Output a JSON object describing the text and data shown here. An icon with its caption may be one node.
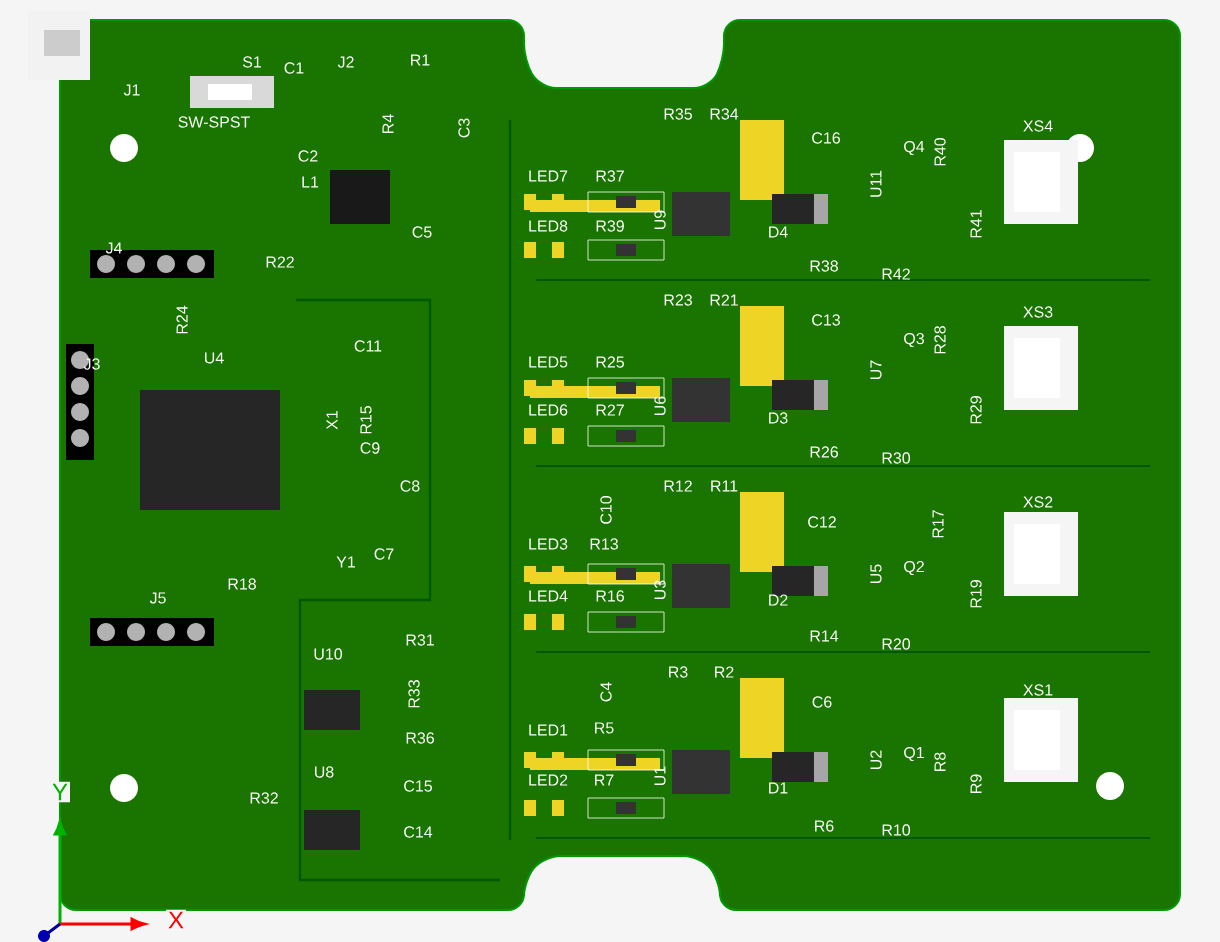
{
  "diagram": {
    "labels": [
      "J1",
      "S1",
      "SW-SPST",
      "C1",
      "J2",
      "R1",
      "R4",
      "C3",
      "C2",
      "L1",
      "C5",
      "R35",
      "R34",
      "C16",
      "XS4",
      "Q4",
      "R40",
      "LED7",
      "R37",
      "U11",
      "R41",
      "LED8",
      "R39",
      "U9",
      "D4",
      "R38",
      "R42",
      "J4",
      "R22",
      "R24",
      "U4",
      "J3",
      "C11",
      "X1",
      "R15",
      "C9",
      "R23",
      "R21",
      "C13",
      "XS3",
      "Q3",
      "R28",
      "LED5",
      "R25",
      "U7",
      "R29",
      "LED6",
      "R27",
      "U6",
      "D3",
      "R26",
      "R30",
      "C8",
      "C7",
      "Y1",
      "R18",
      "J5",
      "R12",
      "R11",
      "C10",
      "C12",
      "XS2",
      "Q2",
      "R17",
      "LED3",
      "R13",
      "U5",
      "R19",
      "LED4",
      "R16",
      "U3",
      "D2",
      "R31",
      "R14",
      "R20",
      "U10",
      "R33",
      "R36",
      "U8",
      "C15",
      "R32",
      "C14",
      "R3",
      "R2",
      "C4",
      "C6",
      "XS1",
      "Q1",
      "R8",
      "LED1",
      "R5",
      "U2",
      "R9",
      "LED2",
      "R7",
      "U1",
      "D1",
      "R6",
      "R10",
      "Y",
      "X"
    ]
  }
}
